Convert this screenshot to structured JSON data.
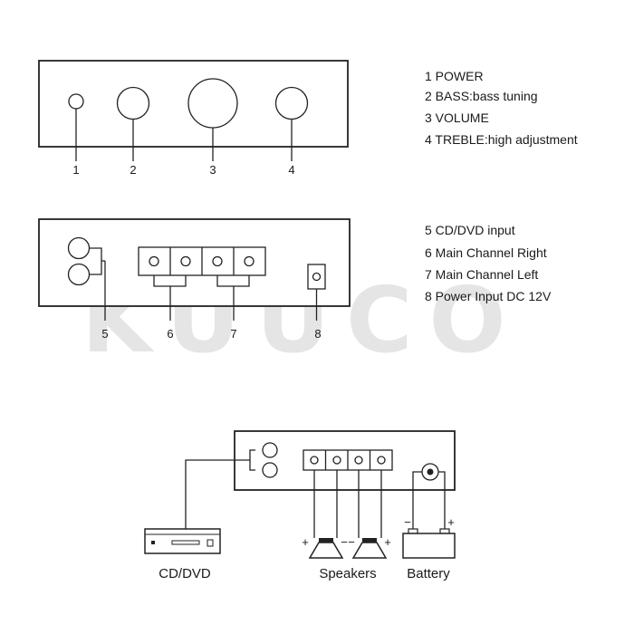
{
  "watermark": "KUUCO",
  "front_panel": {
    "callouts": [
      "1",
      "2",
      "3",
      "4"
    ],
    "legend": [
      "1 POWER",
      "2 BASS:bass tuning",
      "3 VOLUME",
      "4 TREBLE:high adjustment"
    ]
  },
  "rear_panel": {
    "callouts": [
      "5",
      "6",
      "7",
      "8"
    ],
    "legend": [
      "5 CD/DVD input",
      "6 Main Channel Right",
      "7 Main Channel Left",
      "8 Power Input DC 12V"
    ]
  },
  "wiring": {
    "source_label": "CD/DVD",
    "speakers_label": "Speakers",
    "battery_label": "Battery",
    "polarity": {
      "plus": "+",
      "minus": "−"
    }
  }
}
